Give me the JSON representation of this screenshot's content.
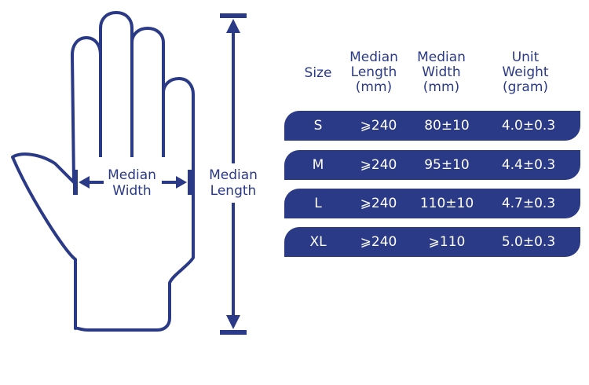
{
  "diagram": {
    "width_label_line1": "Median",
    "width_label_line2": "Width",
    "length_label_line1": "Median",
    "length_label_line2": "Length"
  },
  "table": {
    "headers": [
      [
        "Size"
      ],
      [
        "Median",
        "Length",
        "(mm)"
      ],
      [
        "Median",
        "Width",
        "(mm)"
      ],
      [
        "Unit",
        "Weight",
        "(gram)"
      ]
    ],
    "rows": [
      [
        "S",
        "⩾240",
        "80±10",
        "4.0±0.3"
      ],
      [
        "M",
        "⩾240",
        "95±10",
        "4.4±0.3"
      ],
      [
        "L",
        "⩾240",
        "110±10",
        "4.7±0.3"
      ],
      [
        "XL",
        "⩾240",
        "⩾110",
        "5.0±0.3"
      ]
    ]
  },
  "colors": {
    "primary": "#2b3a86",
    "background": "#ffffff",
    "row_text": "#ffffff"
  }
}
